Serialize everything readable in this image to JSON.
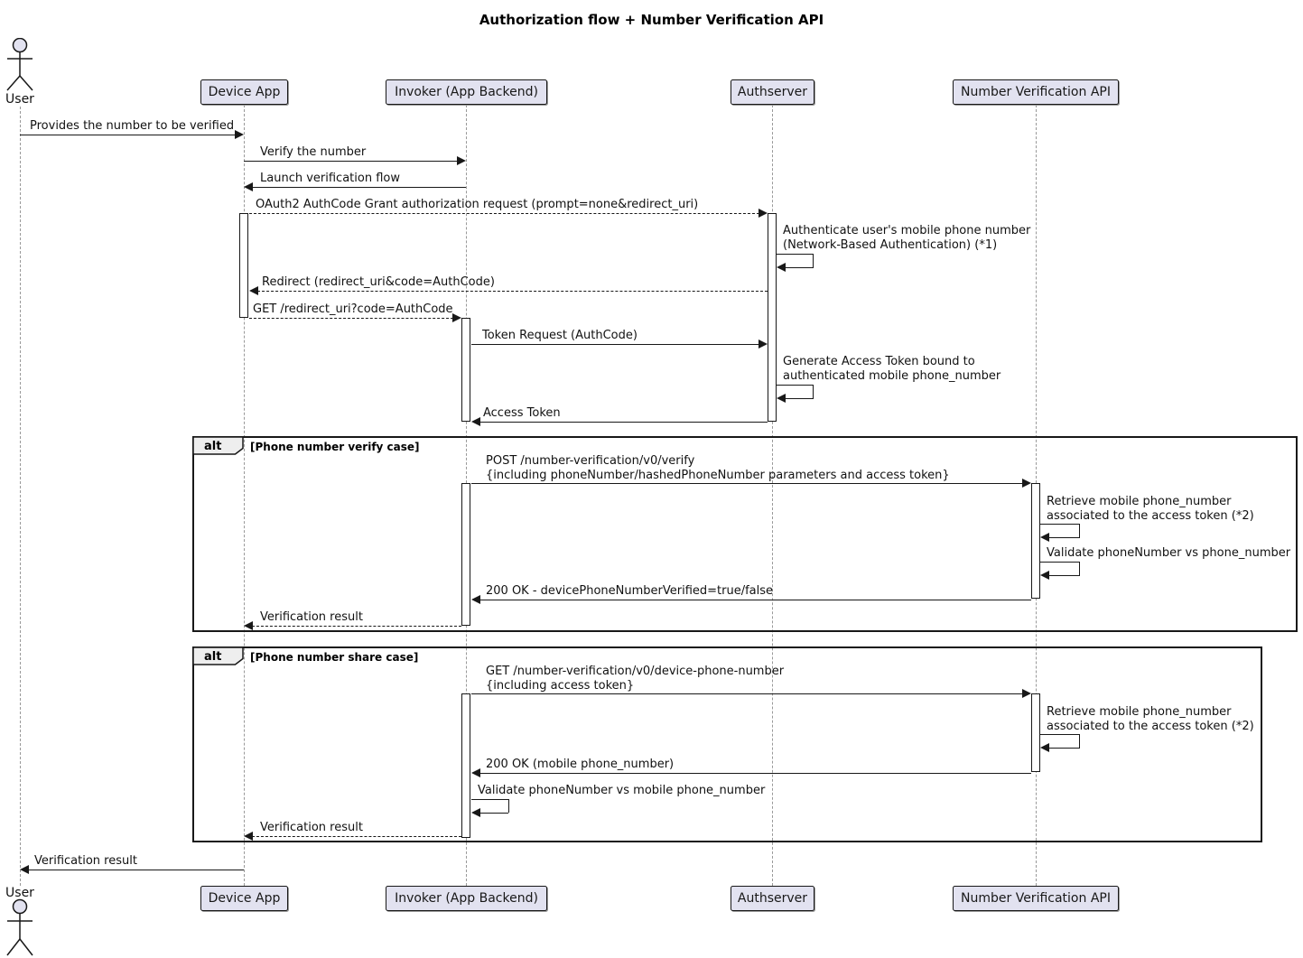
{
  "diagram": {
    "title": "Authorization flow + Number Verification API",
    "participants": {
      "user": "User",
      "device": "Device App",
      "invoker": "Invoker (App Backend)",
      "auth": "Authserver",
      "nva": "Number Verification API"
    },
    "frames": {
      "alt1": {
        "operator": "alt",
        "condition": "[Phone number verify case]"
      },
      "alt2": {
        "operator": "alt",
        "condition": "[Phone number share case]"
      }
    },
    "messages": {
      "provides_number": "Provides the number to be verified",
      "verify_number": "Verify the number",
      "launch_flow": "Launch verification flow",
      "oauth_request": "OAuth2 AuthCode Grant authorization request  (prompt=none&redirect_uri)",
      "authenticate_self": "Authenticate user's mobile phone number\n(Network-Based Authentication) (*1)",
      "redirect": "Redirect (redirect_uri&code=AuthCode)",
      "get_redirect": "GET /redirect_uri?code=AuthCode",
      "token_request": "Token Request (AuthCode)",
      "generate_token_self": "Generate Access Token bound to\nauthenticated mobile phone_number",
      "access_token": "Access Token",
      "post_verify": "POST /number-verification/v0/verify\n{including phoneNumber/hashedPhoneNumber parameters and access token}",
      "retrieve_number_1": "Retrieve mobile phone_number\nassociated to the access token (*2)",
      "validate_vs_phone": "Validate phoneNumber vs phone_number",
      "ok_verified": "200 OK - devicePhoneNumberVerified=true/false",
      "verification_result_1": "Verification result",
      "get_device_phone": "GET /number-verification/v0/device-phone-number\n{including access token}",
      "retrieve_number_2": "Retrieve mobile phone_number\nassociated to the access token (*2)",
      "ok_mobile": "200 OK (mobile phone_number)",
      "validate_vs_mobile": "Validate phoneNumber vs mobile phone_number",
      "verification_result_2": "Verification result",
      "verification_result_user": "Verification result"
    },
    "colors": {
      "participant_fill": "#E2E2F0",
      "participant_border": "#181818",
      "line": "#181818",
      "lifeline": "#999999",
      "frame_label_fill": "#EEEEEE"
    }
  }
}
